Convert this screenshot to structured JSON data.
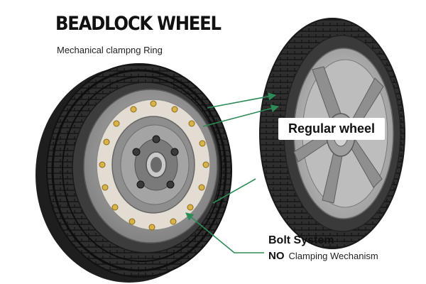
{
  "title": "BEADLOCK WHEEL",
  "subtitle": "Mechanical clampng Ring",
  "callouts": {
    "regular": "Regular wheel",
    "bolt_title": "Bolt System",
    "bolt_no": "NO",
    "bolt_rest": "Clamping Wechanism"
  },
  "colors": {
    "tire": "#2b2b2b",
    "tread": "#1a1a1a",
    "rim": "#9a9a9a",
    "ring": "#e2dcd2",
    "bolt": "#d8b24a",
    "arrow": "#2e8b57"
  }
}
